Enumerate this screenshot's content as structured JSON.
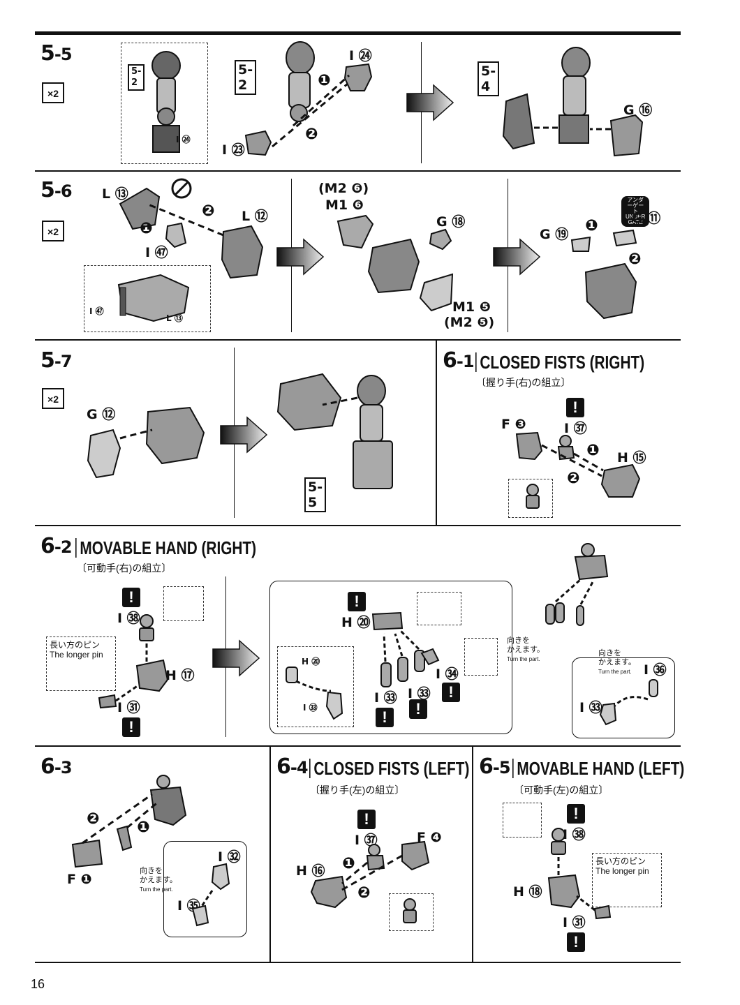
{
  "page": {
    "number": "16"
  },
  "multiplier": {
    "label": "×2"
  },
  "steps": {
    "s5_5": {
      "num_major": "5",
      "num_minor": "-5",
      "ref_a": "5-2",
      "ref_b": "5-2",
      "ref_c": "5-4",
      "parts": [
        "I ㉔",
        "I ㉔",
        "I ㉓",
        "G ⑯"
      ],
      "orders": [
        "❶",
        "❷"
      ]
    },
    "s5_6": {
      "num_major": "5",
      "num_minor": "-6",
      "parts": [
        "L ⑬",
        "L ⑫",
        "I ㊼",
        "I ㊼",
        "L ⑬",
        "(M2 ❻)",
        "M1 ❻",
        "G ⑱",
        "M1 ❺",
        "(M2 ❺)",
        "G ⑲",
        "G ⑪"
      ],
      "orders": [
        "❶",
        "❷",
        "❶",
        "❷"
      ],
      "gate_jp": "アンダーゲート",
      "gate_en": "UNDER GATE"
    },
    "s5_7": {
      "num_major": "5",
      "num_minor": "-7",
      "parts": [
        "G ⑫"
      ],
      "ref": "5-5"
    },
    "s6_1": {
      "num_major": "6",
      "num_minor": "-1",
      "title": "CLOSED FISTS (RIGHT)",
      "subtitle": "〔握り手(右)の組立〕",
      "parts": [
        "F ❸",
        "I ㊲",
        "H ⑮"
      ],
      "orders": [
        "❶",
        "❷"
      ],
      "warn": "!"
    },
    "s6_2": {
      "num_major": "6",
      "num_minor": "-2",
      "title": "MOVABLE HAND (RIGHT)",
      "subtitle": "〔可動手(右)の組立〕",
      "parts": [
        "I ㊳",
        "H ⑰",
        "I ㉛",
        "H ⑳",
        "H ⑳",
        "I ㉝",
        "I ㉝",
        "I ㉝",
        "I ㉞",
        "I ㉝",
        "I ㊱"
      ],
      "pin_jp": "長い方のピン",
      "pin_en": "The longer pin",
      "turn_jp": "向きを\nかえます。",
      "turn_en": "Turn the part.",
      "turn_jp2": "向きを\nかえます。",
      "turn_en2": "Turn the part.",
      "warn": "!"
    },
    "s6_3": {
      "num_major": "6",
      "num_minor": "-3",
      "parts": [
        "F ❶",
        "I ㉜",
        "I ㉟"
      ],
      "orders": [
        "❷",
        "❶"
      ],
      "turn_jp": "向きを\nかえます。",
      "turn_en": "Turn the part."
    },
    "s6_4": {
      "num_major": "6",
      "num_minor": "-4",
      "title": "CLOSED FISTS (LEFT)",
      "subtitle": "〔握り手(左)の組立〕",
      "parts": [
        "I ㊲",
        "F ❹",
        "H ⑯"
      ],
      "orders": [
        "❶",
        "❷"
      ],
      "warn": "!"
    },
    "s6_5": {
      "num_major": "6",
      "num_minor": "-5",
      "title": "MOVABLE HAND (LEFT)",
      "subtitle": "〔可動手(左)の組立〕",
      "parts": [
        "I ㊳",
        "H ⑱",
        "I ㉛"
      ],
      "pin_jp": "長い方のピン",
      "pin_en": "The longer pin",
      "warn": "!"
    }
  },
  "icons": {
    "next_arrow": "big-right-arrow-icon",
    "warning": "exclamation-icon",
    "prohibited": "no-cut-icon"
  }
}
